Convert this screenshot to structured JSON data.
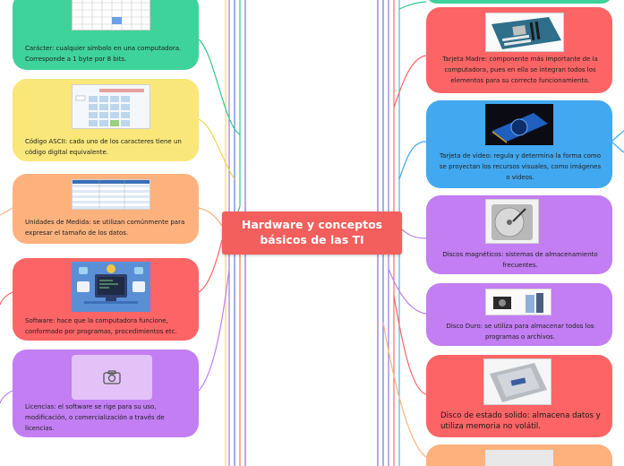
{
  "center": {
    "title_line1": "Hardware y conceptos",
    "title_line2": "básicos de las TI"
  },
  "left": [
    {
      "text": "Carácter: cualquier símbolo en una computadora. Corresponde a 1 byte por 8 bits.",
      "color": "#3ed39a"
    },
    {
      "text": "Código ASCII: cada uno de los caracteres tiene un código digital equivalente.",
      "color": "#f9e77a"
    },
    {
      "text": "Unidades de Medida: se utilizan comúnmente para expresar el tamaño de los datos.",
      "color": "#fdb27e"
    },
    {
      "text": "Software: hace que la computadora funcione, conformado por programas, procedimientos etc.",
      "color": "#fc6465"
    },
    {
      "text": "Licencias: el software se rige para su uso, modificación, o comercialización a través de licencias.",
      "color": "#c27ef2",
      "icon": "camera-icon"
    }
  ],
  "right": [
    {
      "text": "Tarjeta Madre: componente más importante de la computadora, pues en ella se integran todos los elementos para su correcto funcionamiento.",
      "color": "#fc6465"
    },
    {
      "text": "Tarjeta de video: regula y determina la forma como se proyectan los recursos visuales, como imágenes o videos.",
      "color": "#42a8ef"
    },
    {
      "text": "Discos magnéticos: sistemas de almacenamiento frecuentes.",
      "color": "#c27ef2"
    },
    {
      "text": "Disco Duro: se utiliza para almacenar todos los programas o archivos.",
      "color": "#c27ef2"
    },
    {
      "text": "Disco de estado solido: almacena datos y utiliza memoria no volátil.",
      "color": "#fc6465"
    }
  ]
}
